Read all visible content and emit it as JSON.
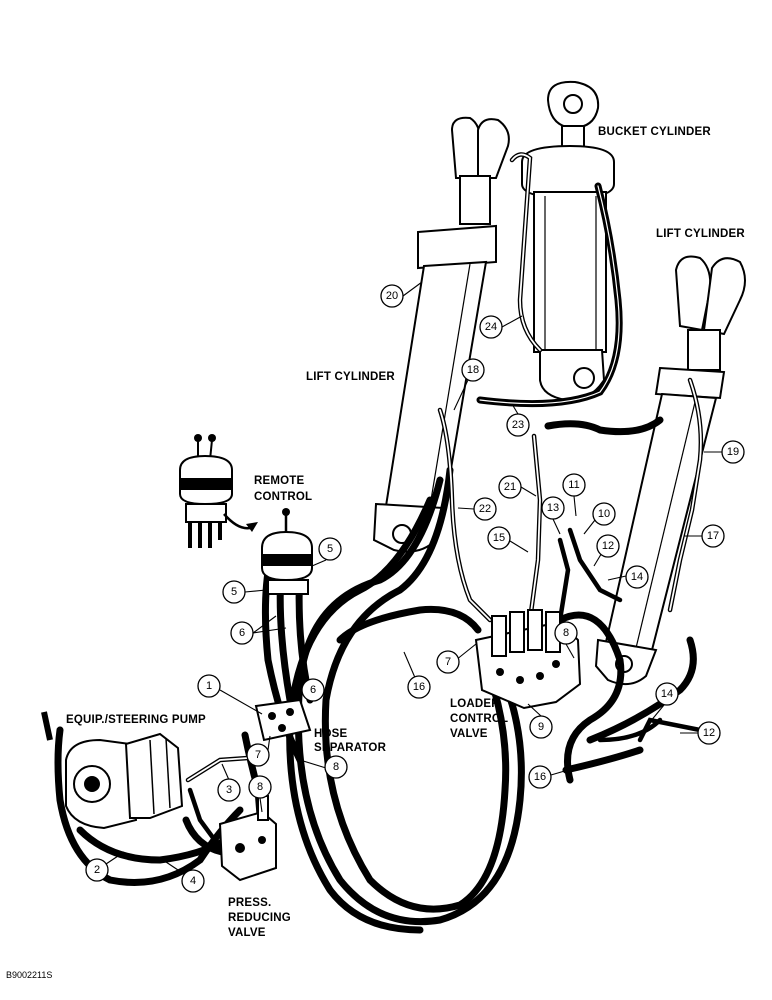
{
  "components": {
    "bucket_cylinder": "BUCKET CYLINDER",
    "lift_cylinder_right": "LIFT CYLINDER",
    "lift_cylinder_left": "LIFT CYLINDER",
    "remote_control": [
      "REMOTE",
      "CONTROL"
    ],
    "equip_steering_pump": "EQUIP./STEERING PUMP",
    "hose_separator": [
      "HOSE",
      "SEPARATOR"
    ],
    "loader_control_valve": [
      "LOADER",
      "CONTROL",
      "VALVE"
    ],
    "press_reducing_valve": [
      "PRESS.",
      "REDUCING",
      "VALVE"
    ]
  },
  "callouts": [
    "20",
    "24",
    "18",
    "23",
    "19",
    "21",
    "11",
    "22",
    "13",
    "10",
    "15",
    "12",
    "17",
    "14",
    "5",
    "5",
    "6",
    "6",
    "7",
    "8",
    "16",
    "1",
    "9",
    "7",
    "8",
    "3",
    "8",
    "2",
    "4",
    "14",
    "12",
    "16"
  ],
  "figure_id": "B9002211S"
}
